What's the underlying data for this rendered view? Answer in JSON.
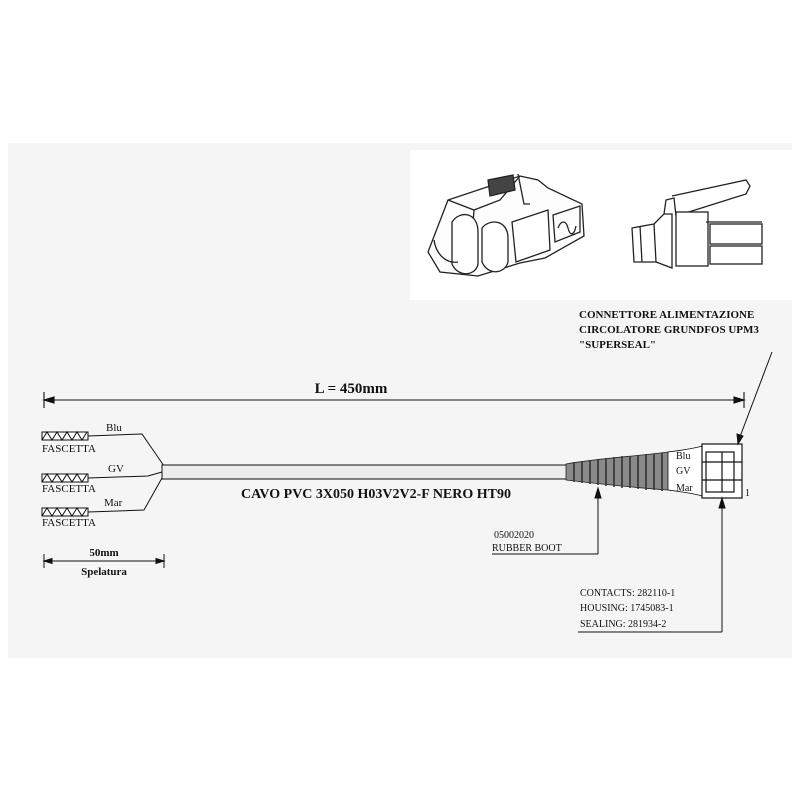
{
  "dimensions": {
    "length_label": "L = 450mm",
    "strip_length_label": "50mm",
    "strip_label": "Spelatura"
  },
  "wires": [
    {
      "color_label": "Blu",
      "tag_label": "FASCETTA"
    },
    {
      "color_label": "GV",
      "tag_label": "FASCETTA"
    },
    {
      "color_label": "Mar",
      "tag_label": "FASCETTA"
    }
  ],
  "cable": {
    "label": "CAVO PVC 3X050 H03V2V2-F NERO HT90"
  },
  "boot": {
    "code": "05002020",
    "name": "RUBBER BOOT"
  },
  "connector": {
    "title_lines": [
      "CONNETTORE ALIMENTAZIONE",
      "CIRCOLATORE GRUNDFOS UPM3",
      "\"SUPERSEAL\""
    ],
    "pin_labels": [
      "Blu",
      "GV",
      "Mar"
    ],
    "pin_one": "1",
    "parts": [
      "CONTACTS: 282110-1",
      "HOUSING: 1745083-1",
      "SEALING: 281934-2"
    ]
  }
}
